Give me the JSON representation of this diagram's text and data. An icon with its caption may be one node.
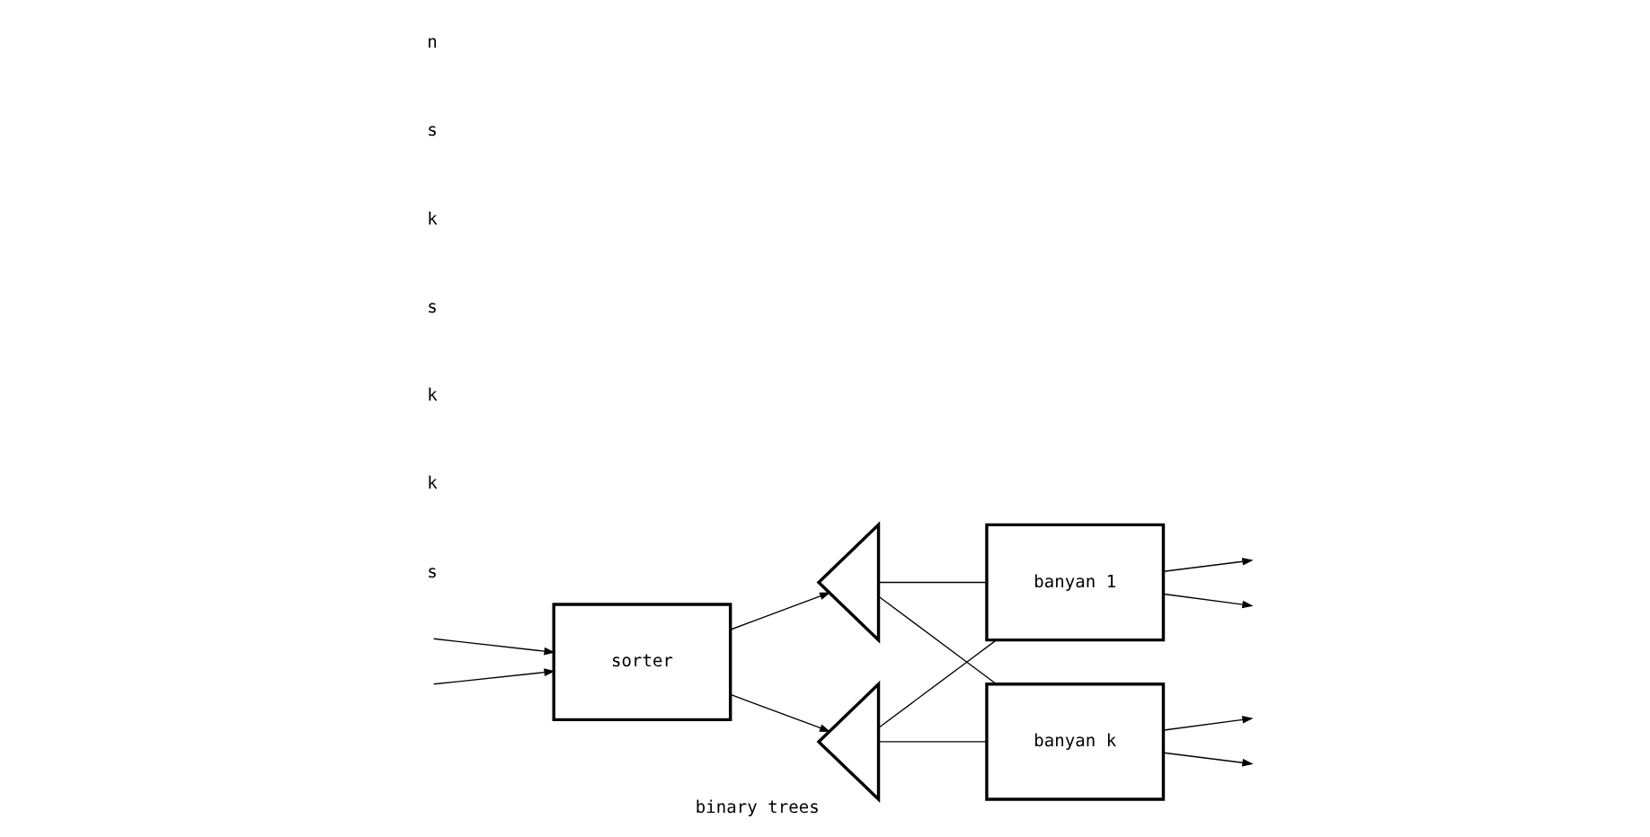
{
  "diagram": {
    "nodes": [
      {
        "text": [
          "sorter"
        ]
      },
      {
        "text": [],
        "shape": "triangle"
      },
      {
        "text": [],
        "shape": "triangle",
        "beside": [
          "binary trees"
        ]
      },
      {
        "text": [
          "banyan 1"
        ]
      },
      {
        "text": [
          "banyan k"
        ]
      }
    ],
    "edges": [
      {
        "from": null,
        "to": 0,
        "arrow": "to"
      },
      {
        "from": null,
        "to": 0,
        "arrow": "to"
      },
      {
        "from": 0,
        "to": 1,
        "arrow": "to"
      },
      {
        "from": 0,
        "to": 2,
        "arrow": "to"
      },
      {
        "from": 1,
        "to": 3,
        "arrow": "none"
      },
      {
        "from": 1,
        "to": 4,
        "arrow": "none"
      },
      {
        "from": 2,
        "to": 3,
        "arrow": "none"
      },
      {
        "from": 2,
        "to": 4,
        "arrow": "none"
      },
      {
        "from": 3,
        "to": null,
        "arrow": "to"
      },
      {
        "from": 3,
        "to": null,
        "arrow": "to"
      },
      {
        "from": 4,
        "to": null,
        "arrow": "to"
      },
      {
        "from": 4,
        "to": null,
        "arrow": "to"
      }
    ],
    "labels": [
      "s",
      "k",
      "k",
      "s",
      "k",
      "s",
      "n"
    ]
  }
}
